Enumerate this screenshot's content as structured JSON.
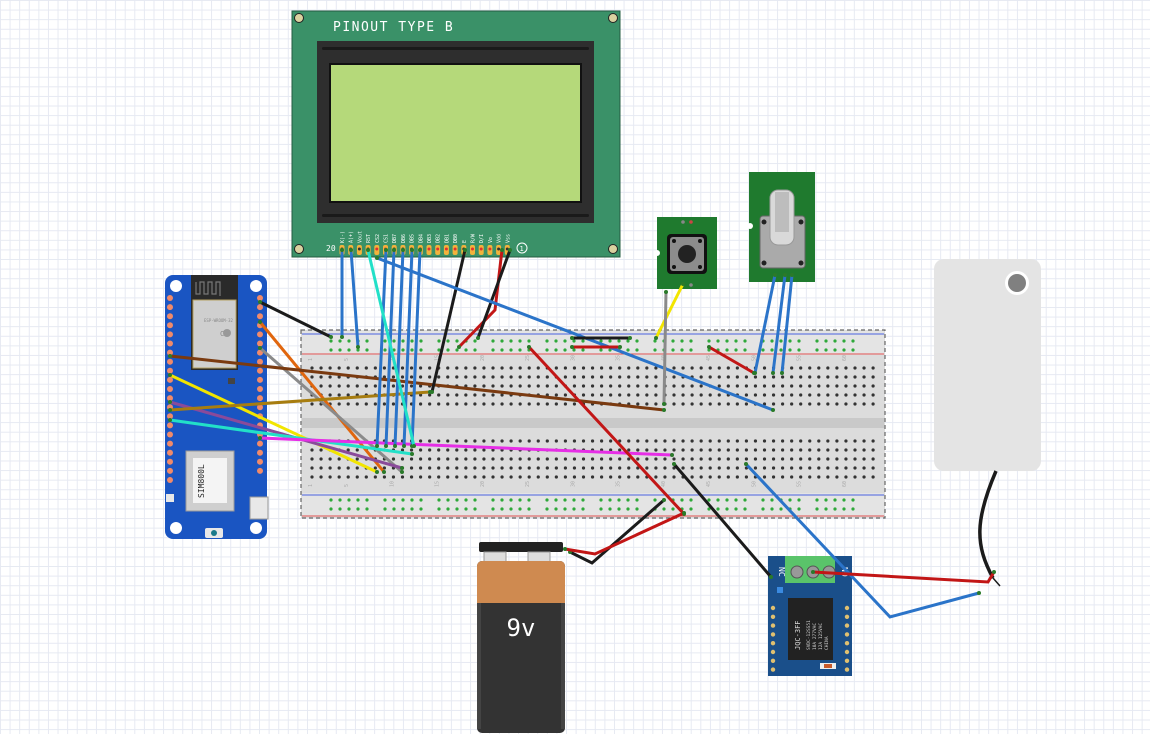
{
  "lcd": {
    "title": "PINOUT TYPE B",
    "pin_first_label": "20",
    "pin_last_label": "1",
    "pins": [
      "K(-)",
      "A(+)",
      "Vout",
      "RST",
      "CS2",
      "CS1",
      "DB7",
      "DB6",
      "DB5",
      "DB4",
      "DB3",
      "DB2",
      "DB1",
      "DB0",
      "E",
      "R/W",
      "D/I",
      "Vo",
      "Vdd",
      "Vss"
    ],
    "screen_color": "#b5d97a",
    "board_color": "#3a9168"
  },
  "mcu": {
    "module_label": "ESP-WROOM-32",
    "chip_label": "SIM800L",
    "board_color": "#1a55c2"
  },
  "battery": {
    "label": "9v"
  },
  "relay": {
    "relay_label": "JQC-3FF",
    "spec_lines": [
      "SVDC-12SS51",
      "10A 277VAC",
      "12A 125VAC",
      "CHINA"
    ],
    "terminal_labels": [
      "NC",
      "NO"
    ]
  },
  "breadboard": {
    "column_numbers": [
      "1",
      "5",
      "10",
      "15",
      "20",
      "25",
      "30",
      "35",
      "40",
      "45",
      "50",
      "55",
      "60"
    ],
    "row_letters_top": [
      "J",
      "I",
      "H",
      "G",
      "F"
    ],
    "row_letters_bottom": [
      "E",
      "D",
      "C",
      "B",
      "A"
    ]
  },
  "components": {
    "pushbutton": "pushbutton",
    "potentiometer": "rotary-potentiometer",
    "load": "load-device"
  },
  "wire_colors": {
    "blue": "#2b74c9",
    "red": "#c21616",
    "black": "#1b1b1b",
    "yellow": "#f2e500",
    "cyan": "#22e0c8",
    "magenta": "#e62ee6",
    "brown": "#7a3a10",
    "olive": "#a77d10",
    "orange": "#e0660e",
    "gray": "#8a8a8a",
    "purple": "#8a4a9a"
  }
}
